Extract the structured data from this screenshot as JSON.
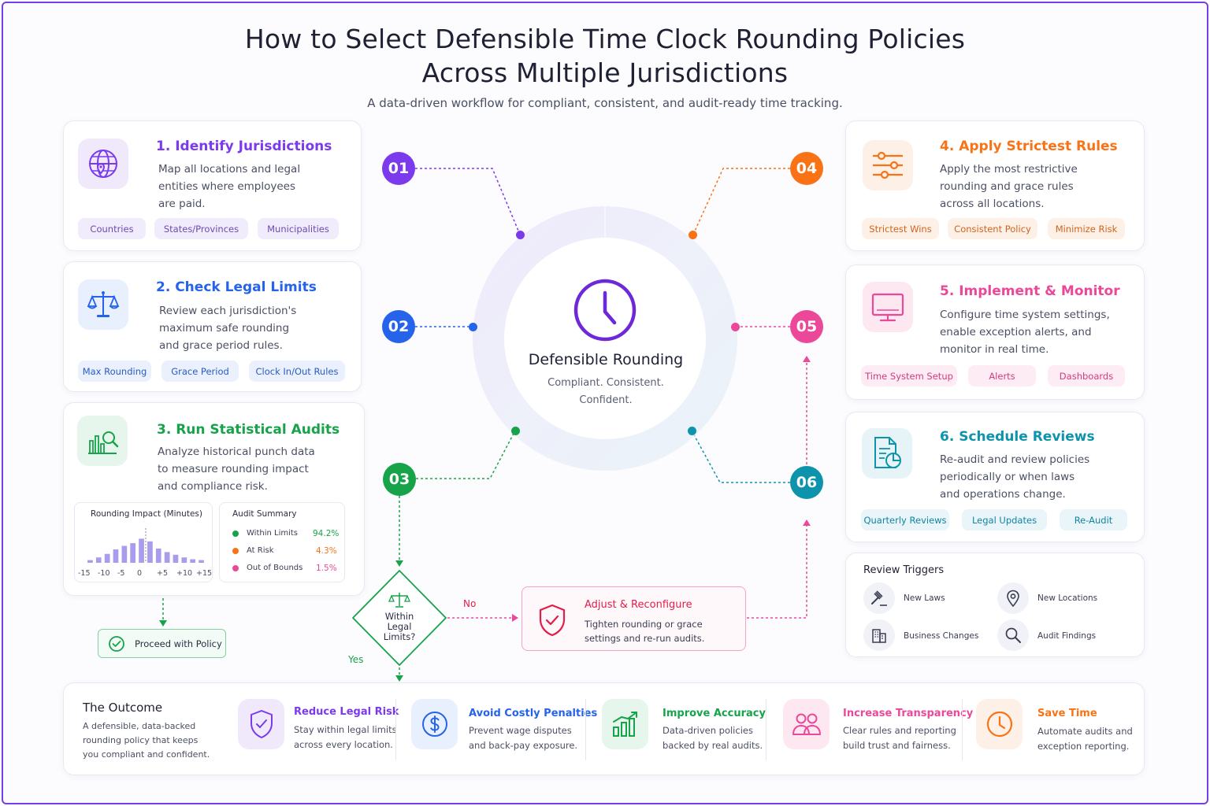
{
  "header": {
    "title_line1": "How to Select Defensible Time Clock Rounding Policies",
    "title_line2": "Across Multiple Jurisdictions",
    "subtitle": "A data-driven workflow for compliant, consistent, and audit-ready time tracking."
  },
  "colors": {
    "purple": "#7c3aed",
    "blue": "#2563eb",
    "green": "#16a34a",
    "orange": "#f97316",
    "pink": "#ec4899",
    "teal": "#0e93ad"
  },
  "steps": [
    {
      "num": "01",
      "title": "1. Identify Jurisdictions",
      "desc": [
        "Map all locations and legal",
        "entities where employees",
        "are paid."
      ],
      "tags": [
        "Countries",
        "States/Provinces",
        "Municipalities"
      ],
      "icon": "globe-pin-icon"
    },
    {
      "num": "02",
      "title": "2. Check Legal Limits",
      "desc": [
        "Review each jurisdiction's",
        "maximum safe rounding",
        "and grace period rules."
      ],
      "tags": [
        "Max Rounding",
        "Grace Period",
        "Clock In/Out Rules"
      ],
      "icon": "scales-icon"
    },
    {
      "num": "03",
      "title": "3. Run Statistical Audits",
      "desc": [
        "Analyze historical punch data",
        "to measure rounding impact",
        "and compliance risk."
      ],
      "icon": "chart-magnifier-icon"
    },
    {
      "num": "04",
      "title": "4. Apply Strictest Rules",
      "desc": [
        "Apply the most restrictive",
        "rounding and grace rules",
        "across all locations."
      ],
      "tags": [
        "Strictest Wins",
        "Consistent Policy",
        "Minimize Risk"
      ],
      "icon": "sliders-icon"
    },
    {
      "num": "05",
      "title": "5. Implement & Monitor",
      "desc": [
        "Configure time system settings,",
        "enable exception alerts, and",
        "monitor in real time."
      ],
      "tags": [
        "Time System Setup",
        "Alerts",
        "Dashboards"
      ],
      "icon": "monitor-icon"
    },
    {
      "num": "06",
      "title": "6. Schedule Reviews",
      "desc": [
        "Re-audit and review policies",
        "periodically or when laws",
        "and operations change."
      ],
      "tags": [
        "Quarterly Reviews",
        "Legal Updates",
        "Re-Audit"
      ],
      "icon": "document-chart-icon"
    }
  ],
  "center": {
    "title": "Defensible Rounding",
    "sub1": "Compliant. Consistent.",
    "sub2": "Confident."
  },
  "chart_data": {
    "type": "bar",
    "title": "Rounding Impact (Minutes)",
    "x_tick_labels": [
      "-15",
      "-10",
      "-5",
      "0",
      "+5",
      "+10",
      "+15"
    ],
    "values": [
      3,
      6,
      10,
      15,
      19,
      22,
      27,
      24,
      16,
      12,
      9,
      6,
      4,
      3
    ],
    "ylim": [
      0,
      30
    ],
    "grid": false
  },
  "audit_summary": {
    "title": "Audit Summary",
    "rows": [
      {
        "label": "Within Limits",
        "value": "94.2%",
        "color": "#16a34a"
      },
      {
        "label": "At Risk",
        "value": "4.3%",
        "color": "#f97316"
      },
      {
        "label": "Out of Bounds",
        "value": "1.5%",
        "color": "#ec4899"
      }
    ]
  },
  "flow": {
    "proceed": "Proceed with Policy",
    "decision_line1": "Within",
    "decision_line2": "Legal",
    "decision_line3": "Limits?",
    "no_label": "No",
    "yes_label": "Yes",
    "adjust_title": "Adjust & Reconfigure",
    "adjust_desc1": "Tighten rounding or grace",
    "adjust_desc2": "settings and re-run audits."
  },
  "triggers": {
    "title": "Review Triggers",
    "items": [
      {
        "label": "New Laws",
        "icon": "gavel-icon"
      },
      {
        "label": "New Locations",
        "icon": "location-pin-icon"
      },
      {
        "label": "Business Changes",
        "icon": "building-icon"
      },
      {
        "label": "Audit Findings",
        "icon": "magnifier-icon"
      }
    ]
  },
  "outcome": {
    "title": "The Outcome",
    "desc": [
      "A defensible, data-backed",
      "rounding policy that keeps",
      "you compliant and confident."
    ],
    "items": [
      {
        "title": "Reduce Legal Risk",
        "desc": [
          "Stay within legal limits",
          "across every location."
        ],
        "icon": "shield-icon",
        "color": "#7c3aed"
      },
      {
        "title": "Avoid Costly Penalties",
        "desc": [
          "Prevent wage disputes",
          "and back-pay exposure."
        ],
        "icon": "dollar-icon",
        "color": "#2563eb"
      },
      {
        "title": "Improve Accuracy",
        "desc": [
          "Data-driven policies",
          "backed by real audits."
        ],
        "icon": "growth-chart-icon",
        "color": "#16a34a"
      },
      {
        "title": "Increase Transparency",
        "desc": [
          "Clear rules and reporting",
          "build trust and fairness."
        ],
        "icon": "people-icon",
        "color": "#ec4899"
      },
      {
        "title": "Save Time",
        "desc": [
          "Automate audits and",
          "exception reporting."
        ],
        "icon": "clock-icon",
        "color": "#f97316"
      }
    ]
  }
}
